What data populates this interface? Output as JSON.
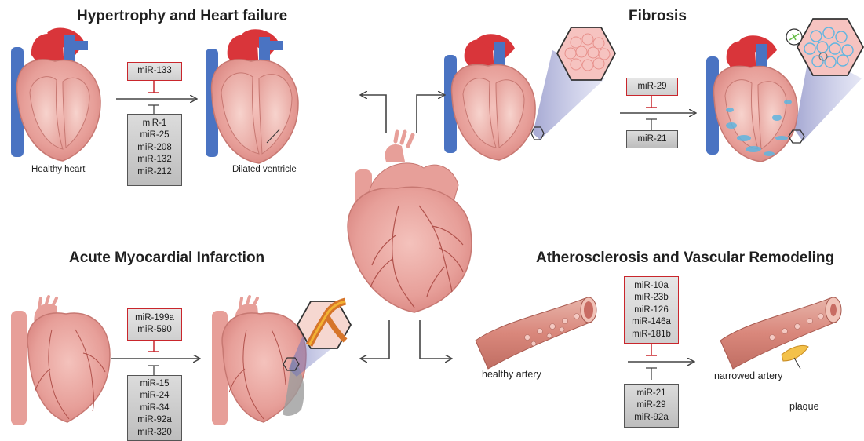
{
  "panels": {
    "hypertrophy": {
      "title": "Hypertrophy and Heart failure",
      "caption_left": "Healthy heart",
      "caption_right": "Dilated ventricle",
      "inhibitors": [
        "miR-133"
      ],
      "promoters": [
        "miR-1",
        "miR-25",
        "miR-208",
        "miR-132",
        "miR-212"
      ]
    },
    "fibrosis": {
      "title": "Fibrosis",
      "inhibitors": [
        "miR-29"
      ],
      "promoters": [
        "miR-21"
      ]
    },
    "ami": {
      "title": "Acute Myocardial Infarction",
      "inhibitors": [
        "miR-199a",
        "miR-590"
      ],
      "promoters": [
        "miR-15",
        "miR-24",
        "miR-34",
        "miR-92a",
        "miR-320"
      ]
    },
    "athero": {
      "title": "Atherosclerosis and Vascular Remodeling",
      "caption_left": "healthy artery",
      "caption_right": "narrowed artery",
      "caption_plaque": "plaque",
      "inhibitors": [
        "miR-10a",
        "miR-23b",
        "miR-126",
        "miR-146a",
        "miR-181b"
      ],
      "promoters": [
        "miR-21",
        "miR-29",
        "miR-92a"
      ]
    }
  },
  "colors": {
    "inhibit_border": "#c9262c",
    "heart_pink": "#e8a4a0",
    "aorta_red": "#d9353a",
    "vein_blue": "#4a73c2",
    "fibrosis_blue": "#5fb5e0",
    "arrow": "#444444"
  }
}
